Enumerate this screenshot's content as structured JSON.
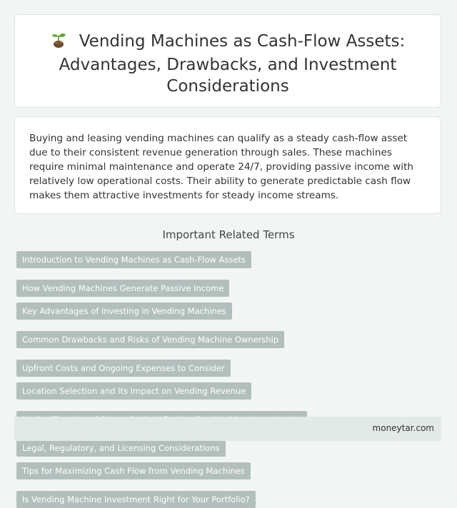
{
  "header": {
    "title": "Vending Machines as Cash-Flow Assets: Advantages, Drawbacks, and Investment Considerations"
  },
  "summary": {
    "text": "Buying and leasing vending machines can qualify as a steady cash-flow asset due to their consistent revenue generation through sales. These machines require minimal maintenance and operate 24/7, providing passive income with relatively low operational costs. Their ability to generate predictable cash flow makes them attractive investments for steady income streams."
  },
  "related": {
    "heading": "Important Related Terms",
    "tags": [
      "Introduction to Vending Machines as Cash-Flow Assets",
      "How Vending Machines Generate Passive Income",
      "Key Advantages of Investing in Vending Machines",
      "Common Drawbacks and Risks of Vending Machine Ownership",
      "Upfront Costs and Ongoing Expenses to Consider",
      "Location Selection and Its Impact on Vending Revenue",
      "Market Trends and Future Outlook for Vending Machine Investments",
      "Legal, Regulatory, and Licensing Considerations",
      "Tips for Maximizing Cash Flow from Vending Machines",
      "Is Vending Machine Investment Right for Your Portfolio?"
    ]
  },
  "footer": {
    "site": "moneytar.com"
  },
  "icons": {
    "title_icon": "sprout-icon"
  },
  "colors": {
    "background": "#f1f6f4",
    "tag_bg": "#b3bfbd",
    "footer_bg": "#e2e9e6"
  }
}
